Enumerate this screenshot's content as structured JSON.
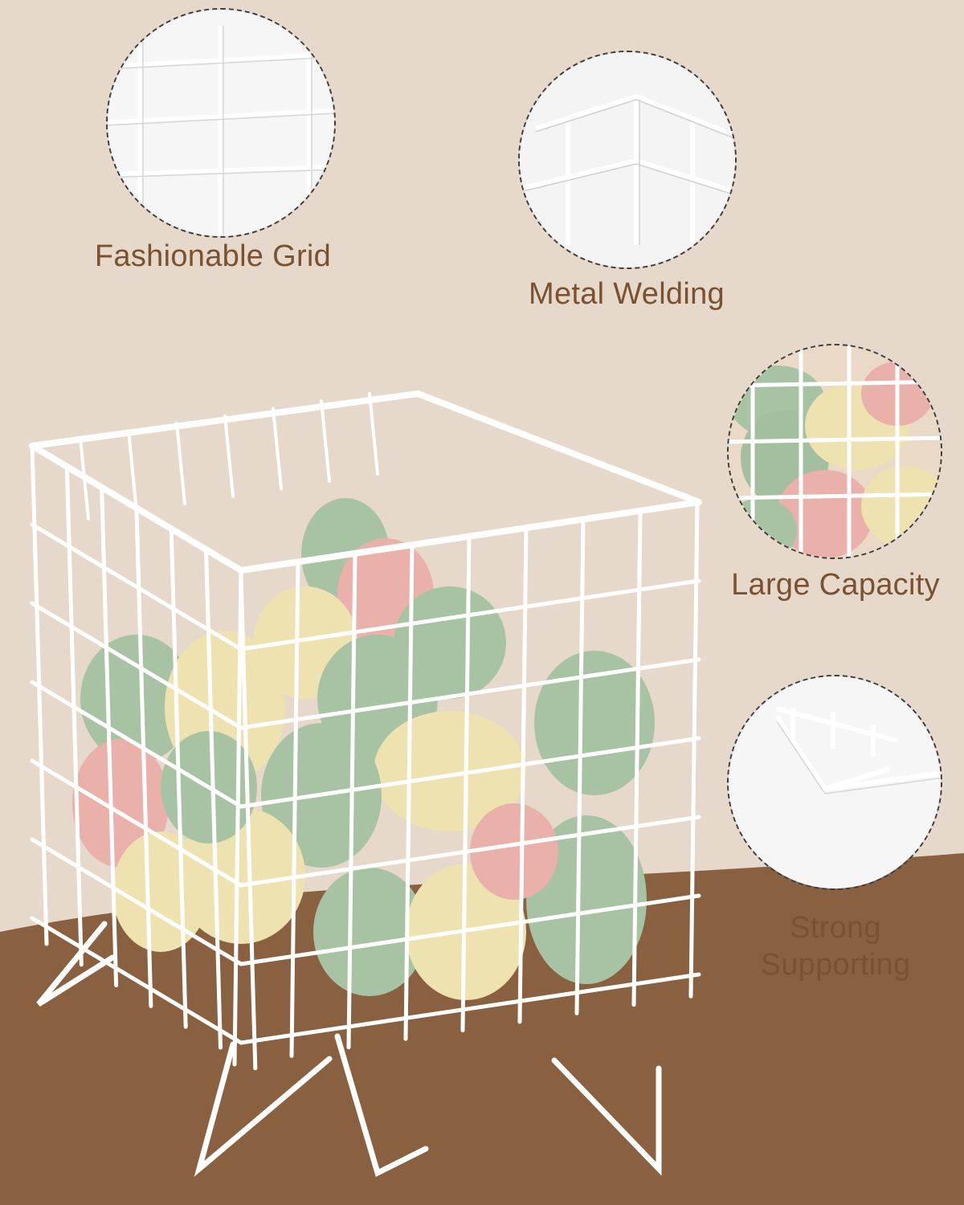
{
  "features": [
    {
      "id": "grid",
      "label": "Fashionable Grid",
      "icon": "grid-closeup-icon"
    },
    {
      "id": "welding",
      "label": "Metal Welding",
      "icon": "weld-corner-closeup-icon"
    },
    {
      "id": "capacity",
      "label": "Large Capacity",
      "icon": "pods-closeup-icon"
    },
    {
      "id": "support",
      "label": [
        "Strong",
        "Supporting"
      ],
      "icon": "leg-closeup-icon"
    }
  ],
  "colors": {
    "background": "#e6d8cb",
    "table": "#8a6140",
    "label_text": "#7a5230",
    "wire": "#ffffff",
    "pod_green": "#a8c3a4",
    "pod_yellow": "#efe2b1",
    "pod_pink": "#eab0aa"
  }
}
